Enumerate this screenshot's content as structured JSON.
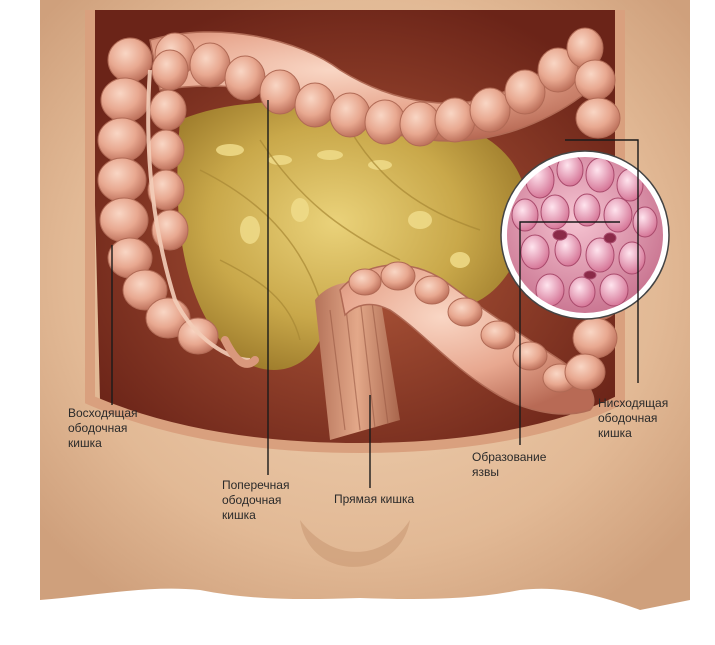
{
  "labels": {
    "ascending": [
      "Восходящая",
      "ободочная",
      "кишка"
    ],
    "transverse": [
      "Поперечная",
      "ободочная",
      "кишка"
    ],
    "rectum": [
      "Прямая кишка"
    ],
    "ulcer": [
      "Образование",
      "язвы"
    ],
    "descending": [
      "Нисходящая",
      "ободочная",
      "кишка"
    ]
  },
  "colors": {
    "skin": "#e8c6a6",
    "cavity": "#8a3a28",
    "colon": "#e8a890",
    "mesentery": "#c9a84a",
    "mucosa": "#d88aa0",
    "leader": "#1a1a1a"
  }
}
